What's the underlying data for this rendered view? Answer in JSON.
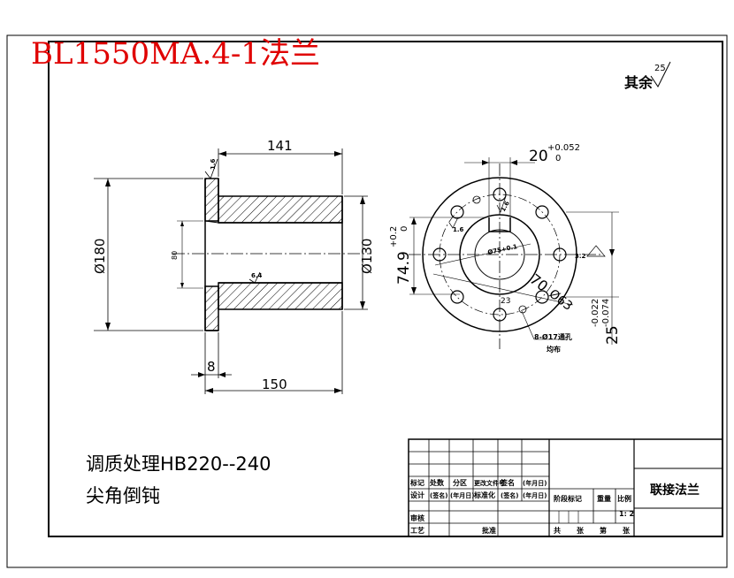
{
  "title": "BL1550MA.4-1法兰",
  "roughness_note": {
    "prefix": "其余",
    "value": "25"
  },
  "notes": [
    "调质处理HB220--240",
    "尖角倒钝"
  ],
  "side_view": {
    "dims": {
      "top_length": "141",
      "bottom_length": "150",
      "flange_thickness": "8",
      "outer_dia": "Ø180",
      "bore_dia": "Ø130",
      "inner_small": "80",
      "roughness_top": "1.6",
      "roughness_mid": "6.4"
    }
  },
  "end_view": {
    "keyway_width": "20",
    "keyway_tol_upper": "+0.052",
    "keyway_tol_lower": "0",
    "keyway_depth": "74.9",
    "depth_tol_upper": "+0.2",
    "depth_tol_lower": "0",
    "shaft_tol": "25",
    "shaft_tol_upper": "-0.022",
    "shaft_tol_lower": "-0.074",
    "radius_70": "70",
    "pcd": "Ø63",
    "small_23": "23",
    "bore_label": "Ø75+0.1",
    "holes_label": "8-Ø17通孔",
    "holes_label2": "均布",
    "r_label1": "1.6",
    "r_label2": "1.6",
    "angle_label": "3.2"
  },
  "title_block": {
    "part_name": "联接法兰",
    "scale": "1: 2",
    "row1": [
      "标记",
      "处数",
      "分区",
      "更改文件号",
      "签名",
      "(年月日)"
    ],
    "row2": [
      "设计",
      "(签名)",
      "(年月日)",
      "标准化",
      "(签名)",
      "(年月日)"
    ],
    "stage_label": "阶段标记",
    "weight_label": "重量",
    "ratio_label": "比例",
    "review": "审核",
    "process": "工艺",
    "approve": "批准",
    "sheets": [
      "共",
      "张",
      "第",
      "张"
    ]
  }
}
